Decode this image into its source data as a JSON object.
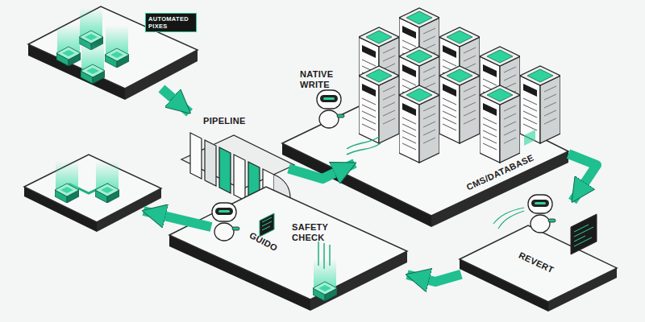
{
  "diagram": {
    "nodes": [
      {
        "text": [
          "AUTOMATED PIXES"
        ]
      },
      {
        "text": [
          "PIPELINE"
        ]
      },
      {
        "text": [
          "NATIVE WRITE"
        ]
      },
      {
        "text": [
          "CMS/DATABASE"
        ]
      },
      {
        "text": [
          "REVERT"
        ]
      },
      {
        "text": [
          "GUIDO",
          "SAFETY CHECK"
        ]
      }
    ],
    "edges": [
      {
        "from": 0,
        "to": 1,
        "arrow": "to"
      },
      {
        "from": 1,
        "to": 3,
        "arrow": "to"
      },
      {
        "from": 3,
        "to": 4,
        "arrow": "to"
      },
      {
        "from": 4,
        "to": 5,
        "arrow": "to"
      }
    ]
  }
}
